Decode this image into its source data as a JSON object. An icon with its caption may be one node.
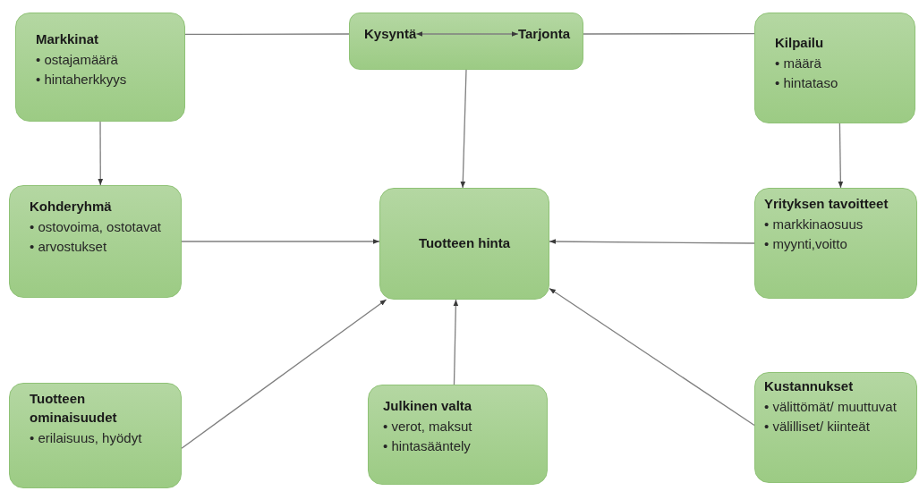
{
  "diagram": {
    "nodes": [
      {
        "text": [
          "Markkinat",
          "• ostajamäärä",
          "• hintaherkkyys"
        ]
      },
      {
        "text": [],
        "shape": "box"
      },
      {
        "text": [
          "Kysyntä"
        ],
        "in": 1
      },
      {
        "text": [
          "Tarjonta"
        ],
        "in": 1
      },
      {
        "text": [
          "Kilpailu",
          "• määrä",
          "• hintataso"
        ]
      },
      {
        "text": [
          "Kohderyhmä",
          "• ostovoima, ostotavat",
          "• arvostukset"
        ]
      },
      {
        "text": [
          "Tuotteen hinta"
        ]
      },
      {
        "text": [
          "Yrityksen tavoitteet",
          "• markkinaosuus",
          "• myynti,voitto"
        ]
      },
      {
        "text": [
          "Tuotteen ominaisuudet",
          "• erilaisuus, hyödyt"
        ]
      },
      {
        "text": [
          "Julkinen valta",
          "• verot, maksut",
          "• hintasääntely"
        ]
      },
      {
        "text": [
          "Kustannukset",
          "• välittömät/ muuttuvat",
          "• välilliset/ kiinteät"
        ]
      }
    ],
    "edges": [
      {
        "from": 0,
        "to": 1,
        "arrow": "none"
      },
      {
        "from": 1,
        "to": 4,
        "arrow": "none"
      },
      {
        "from": 2,
        "to": 3,
        "arrow": "both"
      },
      {
        "from": 1,
        "to": 6,
        "arrow": "to"
      },
      {
        "from": 0,
        "to": 5,
        "arrow": "to"
      },
      {
        "from": 4,
        "to": 7,
        "arrow": "to"
      },
      {
        "from": 5,
        "to": 6,
        "arrow": "to"
      },
      {
        "from": 7,
        "to": 6,
        "arrow": "to"
      },
      {
        "from": 8,
        "to": 6,
        "arrow": "to"
      },
      {
        "from": 9,
        "to": 6,
        "arrow": "to"
      },
      {
        "from": 10,
        "to": 6,
        "arrow": "to"
      }
    ]
  }
}
